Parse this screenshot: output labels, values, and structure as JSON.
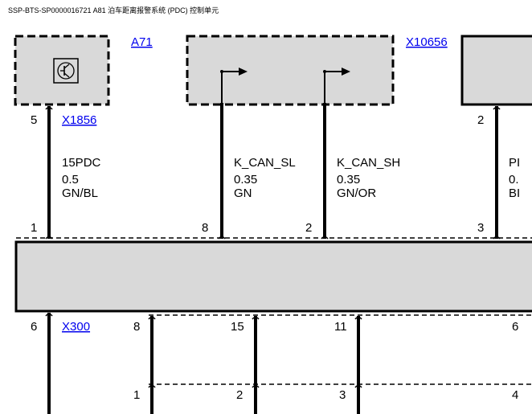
{
  "header": {
    "title": "SSP-BTS-SP0000016721 A81 泊车距离报警系统 (PDC) 控制单元"
  },
  "components": {
    "a71": {
      "label": "A71"
    },
    "x10656": {
      "label": "X10656"
    }
  },
  "connectors": {
    "x1856": {
      "label": "X1856"
    },
    "x300": {
      "label": "X300"
    }
  },
  "wires": [
    {
      "signal": "15PDC",
      "gauge": "0.5",
      "color": "GN/BL"
    },
    {
      "signal": "K_CAN_SL",
      "gauge": "0.35",
      "color": "GN"
    },
    {
      "signal": "K_CAN_SH",
      "gauge": "0.35",
      "color": "GN/OR"
    },
    {
      "signal": "PI",
      "gauge": "0.",
      "color": "BI"
    }
  ],
  "pins": {
    "a71_out": "5",
    "x10656_out": "2",
    "top_row": [
      "1",
      "8",
      "2",
      "3"
    ],
    "x300_row": [
      "6",
      "8",
      "15",
      "11",
      "6"
    ],
    "bottom_row": [
      "1",
      "2",
      "3",
      "4"
    ]
  },
  "colors": {
    "fill": "#d9d9d9",
    "line": "#000000",
    "link": "#0000ee"
  }
}
